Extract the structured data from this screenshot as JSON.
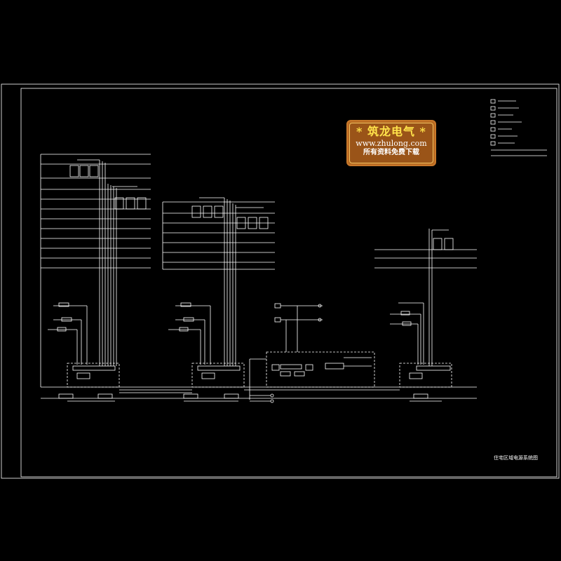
{
  "watermark": {
    "title": "* 筑龙电气 *",
    "url": "www.zhulong.com",
    "note": "所有资料免费下载"
  },
  "drawing_caption": "住宅区域电源系统图",
  "colors": {
    "background": "#000000",
    "lines": "#ffffff",
    "dashed_frames": "#ffffff",
    "watermark_fill": "#b86a22",
    "watermark_border": "#c8782a",
    "watermark_title": "#ffe24a"
  }
}
